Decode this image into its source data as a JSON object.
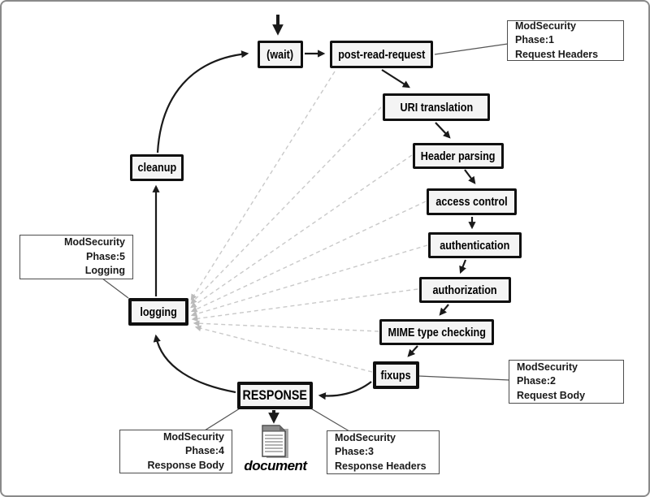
{
  "diagram": {
    "description": "Apache request cycle with ModSecurity processing phases",
    "nodes": {
      "wait": {
        "label": "(wait)"
      },
      "post_read_request": {
        "label": "post-read-request"
      },
      "uri_translation": {
        "label": "URI translation"
      },
      "header_parsing": {
        "label": "Header parsing"
      },
      "access_control": {
        "label": "access control"
      },
      "authentication": {
        "label": "authentication"
      },
      "authorization": {
        "label": "authorization"
      },
      "mime_type_checking": {
        "label": "MIME type checking"
      },
      "fixups": {
        "label": "fixups"
      },
      "response": {
        "label": "RESPONSE"
      },
      "logging": {
        "label": "logging"
      },
      "cleanup": {
        "label": "cleanup"
      }
    },
    "callouts": {
      "phase1": {
        "line1": "ModSecurity Phase:1",
        "line2": "Request Headers"
      },
      "phase2": {
        "line1": "ModSecurity Phase:2",
        "line2": "Request Body"
      },
      "phase3": {
        "line1": "ModSecurity Phase:3",
        "line2": "Response Headers"
      },
      "phase4": {
        "line1": "ModSecurity Phase:4",
        "line2": "Response Body"
      },
      "phase5": {
        "line1": "ModSecurity Phase:5",
        "line2": "Logging"
      }
    },
    "document_label": "document",
    "icons": [
      "document-icon",
      "flow-arrow-icon",
      "dashed-logging-arrow-icon"
    ],
    "colors": {
      "background": "#ffffff",
      "outer_border": "#8a8a8a",
      "node_fill": "#f4f4f4",
      "node_border": "#101010",
      "callout_border": "#4d4d4d",
      "solid_arrow": "#1a1a1a",
      "dashed_arrow": "#c9c9c9",
      "connector_line": "#555555",
      "doc_icon_shadow": "#a8a8a8",
      "doc_icon_fold": "#8c8c8c"
    }
  }
}
